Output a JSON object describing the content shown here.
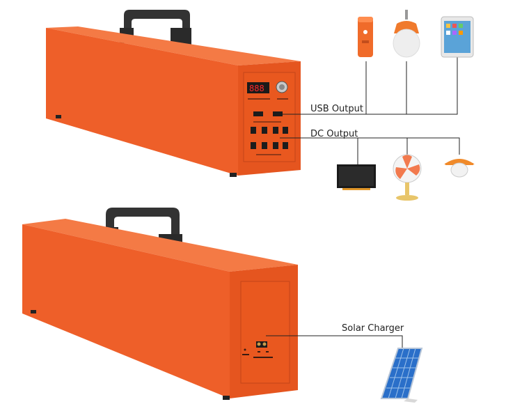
{
  "labels": {
    "usb_output": "USB Output",
    "dc_output": "DC Output",
    "solar_charger": "Solar Charger"
  },
  "display_readout": "888",
  "devices": {
    "usb": [
      "flashlight-icon",
      "led-bulb-icon",
      "tablet-icon"
    ],
    "dc": [
      "tv-icon",
      "fan-icon",
      "pendant-lamp-icon"
    ],
    "solar": [
      "solar-panel-icon"
    ]
  },
  "colors": {
    "box_front": "#f0602a",
    "box_top": "#f47a45",
    "box_side": "#d94d1c",
    "handle": "#333333",
    "line": "#222222"
  }
}
